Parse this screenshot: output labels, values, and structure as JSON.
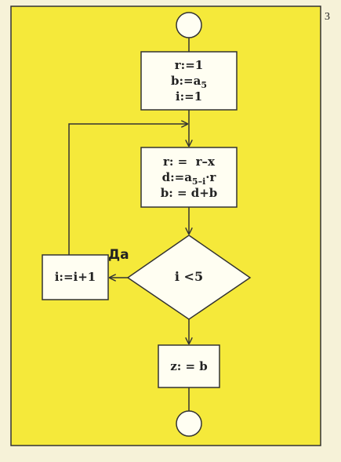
{
  "page_number": "3",
  "colors": {
    "panel": "#f5e93a",
    "paper": "#f6f2d8",
    "box_fill": "#fffef2",
    "line": "#333333"
  },
  "init_block": {
    "line1": "r:=1",
    "line2_base": "b:=a",
    "line2_sub": "5",
    "line3": "i:=1"
  },
  "loop_block": {
    "line1": "r: =  r–x",
    "line2_base": "d:=a",
    "line2_sub": "5–i",
    "line2_tail": "·r",
    "line3": "b: = d+b"
  },
  "decision": {
    "condition": "i <5",
    "yes_label": "Да"
  },
  "increment_block": {
    "text": "i:=i+1"
  },
  "output_block": {
    "text": "z: = b"
  }
}
